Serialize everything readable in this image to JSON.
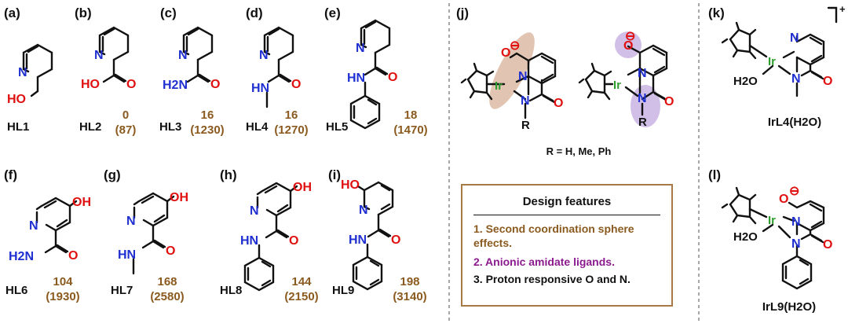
{
  "panels": {
    "a": {
      "letter": "(a)",
      "name": "HL1"
    },
    "b": {
      "letter": "(b)",
      "name": "HL2",
      "value": "0",
      "paren": "(87)"
    },
    "c": {
      "letter": "(c)",
      "name": "HL3",
      "value": "16",
      "paren": "(1230)"
    },
    "d": {
      "letter": "(d)",
      "name": "HL4",
      "value": "16",
      "paren": "(1270)"
    },
    "e": {
      "letter": "(e)",
      "name": "HL5",
      "value": "18",
      "paren": "(1470)"
    },
    "f": {
      "letter": "(f)",
      "name": "HL6",
      "value": "104",
      "paren": "(1930)"
    },
    "g": {
      "letter": "(g)",
      "name": "HL7",
      "value": "168",
      "paren": "(2580)"
    },
    "h": {
      "letter": "(h)",
      "name": "HL8",
      "value": "144",
      "paren": "(2150)"
    },
    "i": {
      "letter": "(i)",
      "name": "HL9",
      "value": "198",
      "paren": "(3140)"
    },
    "j": {
      "letter": "(j)",
      "r_note": "R = H, Me, Ph"
    },
    "k": {
      "letter": "(k)",
      "name": "IrL4(H2O)",
      "charge": "+"
    },
    "l": {
      "letter": "(l)",
      "name": "IrL9(H2O)"
    }
  },
  "atoms": {
    "N": "N",
    "O": "O",
    "HO": "HO",
    "OH": "OH",
    "HN": "HN",
    "H2N": "H2N",
    "H2O": "H2O",
    "Ir": "Ir",
    "R": "R",
    "minus": "⊖"
  },
  "design_box": {
    "title": "Design features",
    "features": [
      "1. Second coordination sphere effects.",
      "2. Anionic amidate ligands.",
      "3. Proton responsive O and N."
    ]
  },
  "colors": {
    "nitrogen": "#1f2fd0",
    "oxygen": "#e01010",
    "iridium": "#2e9e2e",
    "value": "#8a5a1f",
    "accent_purple": "#8b1a8e",
    "highlight_tan": "#d9b9a0",
    "highlight_lilac": "#c9b6e4"
  }
}
